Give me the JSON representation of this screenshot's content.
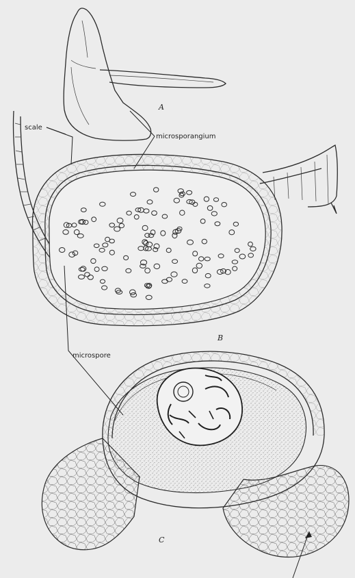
{
  "labels": {
    "scale": "scale",
    "microsporangium": "microsporangium",
    "microspore": "microspore",
    "fig_a": "A",
    "fig_b": "B",
    "fig_c": "C"
  },
  "colors": {
    "background": "#ececec",
    "ink": "#2a2a2a"
  }
}
